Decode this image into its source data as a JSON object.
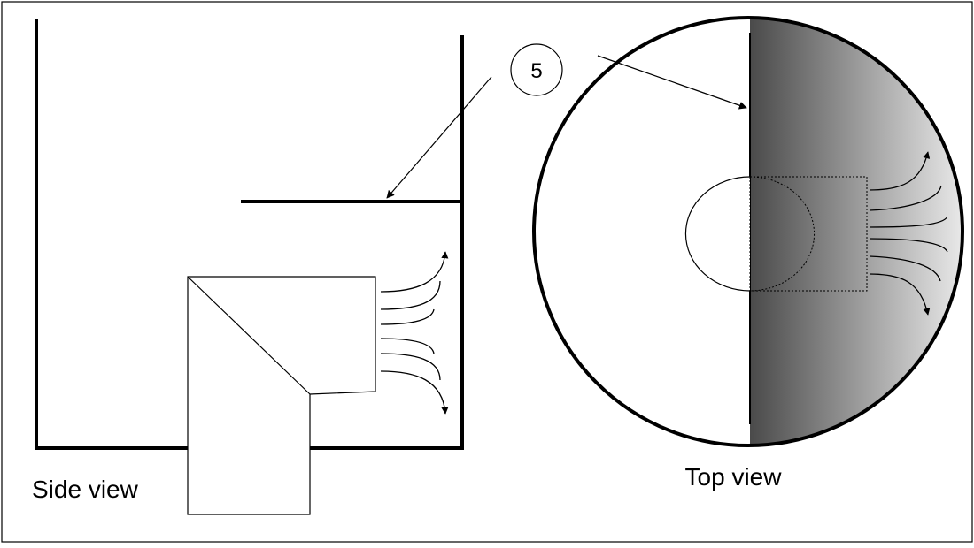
{
  "labels": {
    "side_view": "Side view",
    "top_view": "Top view",
    "callout": "5"
  },
  "colors": {
    "line": "#000000",
    "fill_dark": "#4a4a4a",
    "fill_light": "#ececec",
    "background": "#ffffff"
  }
}
